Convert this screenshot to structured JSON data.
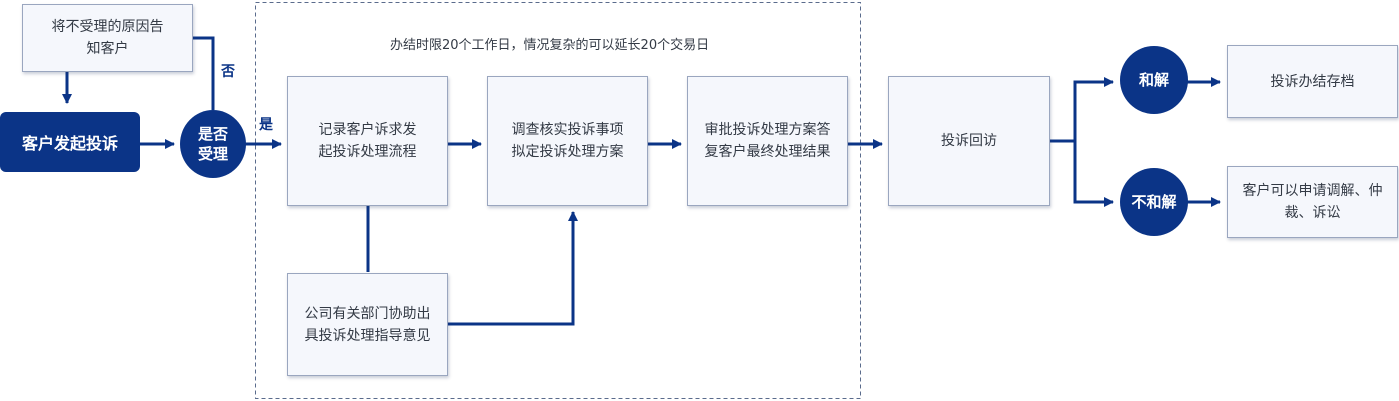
{
  "colors": {
    "accent": "#0b3487",
    "box_fill": "#f5f7fc",
    "box_border": "#9aa6bf",
    "text": "#333a45"
  },
  "nodes": {
    "reject_notice": "将不受理的原因告知客户",
    "start": "客户发起投诉",
    "accept_decision": "是否受理",
    "record": "记录客户诉求发起投诉处理流程",
    "investigate": "调查核实投诉事项拟定投诉处理方案",
    "approve": "审批投诉处理方案答复客户最终处理结果",
    "assist": "公司有关部门协助出具投诉处理指导意见",
    "revisit": "投诉回访",
    "reconcile": "和解",
    "no_reconcile": "不和解",
    "archive": "投诉办结存档",
    "mediation": "客户可以申请调解、仲裁、诉讼"
  },
  "labels": {
    "no": "否",
    "yes": "是"
  },
  "note": "办结时限20个工作日，情况复杂的可以延长20个交易日"
}
